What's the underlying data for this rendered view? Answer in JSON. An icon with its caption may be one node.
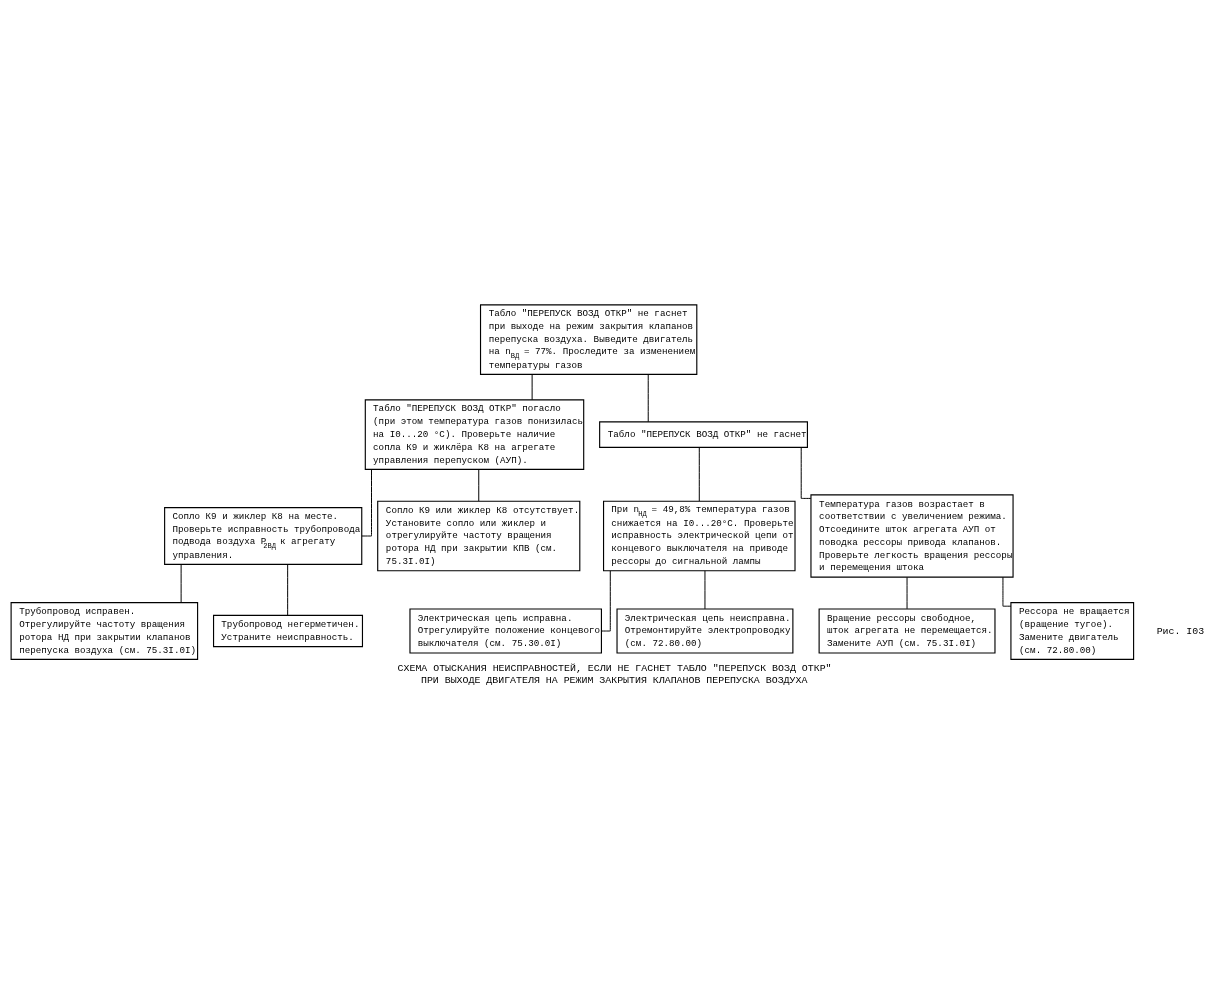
{
  "diagram": {
    "caption": "СХЕМА ОТЫСКАНИЯ НЕИСПРАВНОСТЕЙ, ЕСЛИ НЕ ГАСНЕТ ТАБЛО \"ПЕРЕПУСК ВОЗД ОТКР\" ПРИ ВЫХОДЕ ДВИГАТЕЛЯ НА РЕЖИМ ЗАКРЫТИЯ КЛАПАНОВ ПЕРЕПУСКА ВОЗДУХА",
    "nodes": [
      {
        "text": [
          "Табло \"ПЕРЕПУСК ВОЗД ОТКР\" не гаснет при выходе на режим закрытия клапанов перепуска воздуха. Выведите двигатель на n$_{ВД}$ = 77%. Проследите за изменением температуры газов"
        ]
      },
      {
        "text": [
          "Табло \"ПЕРЕПУСК ВОЗД ОТКР\" погасло (при этом температура газов понизилась на I0...20 °C). Проверьте наличие сопла К9 и жиклёра К8 на агрегате управления перепуском (АУП)."
        ]
      },
      {
        "text": [
          "Табло \"ПЕРЕПУСК ВОЗД ОТКР\" не гаснет"
        ]
      },
      {
        "text": [
          "При n$_{НД}$ = 49,8% температура газов снижается на I0...20°C. Проверьте исправность электрической цепи от концевого выключателя на приводе рессоры до сигнальной лампы"
        ]
      },
      {
        "text": [
          "Температура газов возрастает в соответствии с увеличением режима. Отсоедините шток агрегата АУП от поводка рессоры привода клапанов. Проверьте легкость вращения рессоры и перемещения штока"
        ]
      },
      {
        "text": [
          "Сопло К9 и жиклер К8 на месте. Проверьте исправность трубопровода подвода воздуха P$_{2ВД}$ к агрегату управления."
        ]
      },
      {
        "text": [
          "Сопло К9 или жиклер К8 отсутствует. Установите сопло или жиклер и отрегулируйте частоту вращения ротора НД при закрытии КПВ (см. 75.3I.0I)"
        ]
      },
      {
        "text": [
          "Электрическая цепь исправна. Отрегулируйте положение концевого выключателя (см. 75.30.0I)"
        ]
      },
      {
        "text": [
          "Электрическая цепь неисправна. Отремонтируйте электропроводку (см. 72.80.00)"
        ]
      },
      {
        "text": [
          "Трубопровод исправен. Отрегулируйте частоту вращения ротора НД при закрытии клапанов перепуска воздуха (см. 75.3I.0I)"
        ]
      },
      {
        "text": [
          "Трубопровод негерметичен. Устраните неисправность."
        ]
      },
      {
        "text": [
          "Вращение рессоры свободное, шток агрегата не перемещается. Замените АУП (см. 75.3I.0I)"
        ]
      },
      {
        "text": [
          "Рессора не вращается (вращение тугое). Замените двигатель (см. 72.80.00)"
        ]
      }
    ],
    "edges": [
      {
        "from": 0,
        "to": 1,
        "arrow": "none"
      },
      {
        "from": 0,
        "to": 2,
        "arrow": "none"
      },
      {
        "from": 2,
        "to": 3,
        "arrow": "none"
      },
      {
        "from": 2,
        "to": 4,
        "arrow": "none"
      },
      {
        "from": 1,
        "to": 5,
        "arrow": "none"
      },
      {
        "from": 1,
        "to": 6,
        "arrow": "none"
      },
      {
        "from": 3,
        "to": 7,
        "arrow": "none"
      },
      {
        "from": 3,
        "to": 8,
        "arrow": "none"
      },
      {
        "from": 5,
        "to": 9,
        "arrow": "none"
      },
      {
        "from": 5,
        "to": 10,
        "arrow": "none"
      },
      {
        "from": 4,
        "to": 11,
        "arrow": "none"
      },
      {
        "from": 4,
        "to": 12,
        "arrow": "none"
      }
    ],
    "labels": [
      "Рис. I03"
    ]
  }
}
